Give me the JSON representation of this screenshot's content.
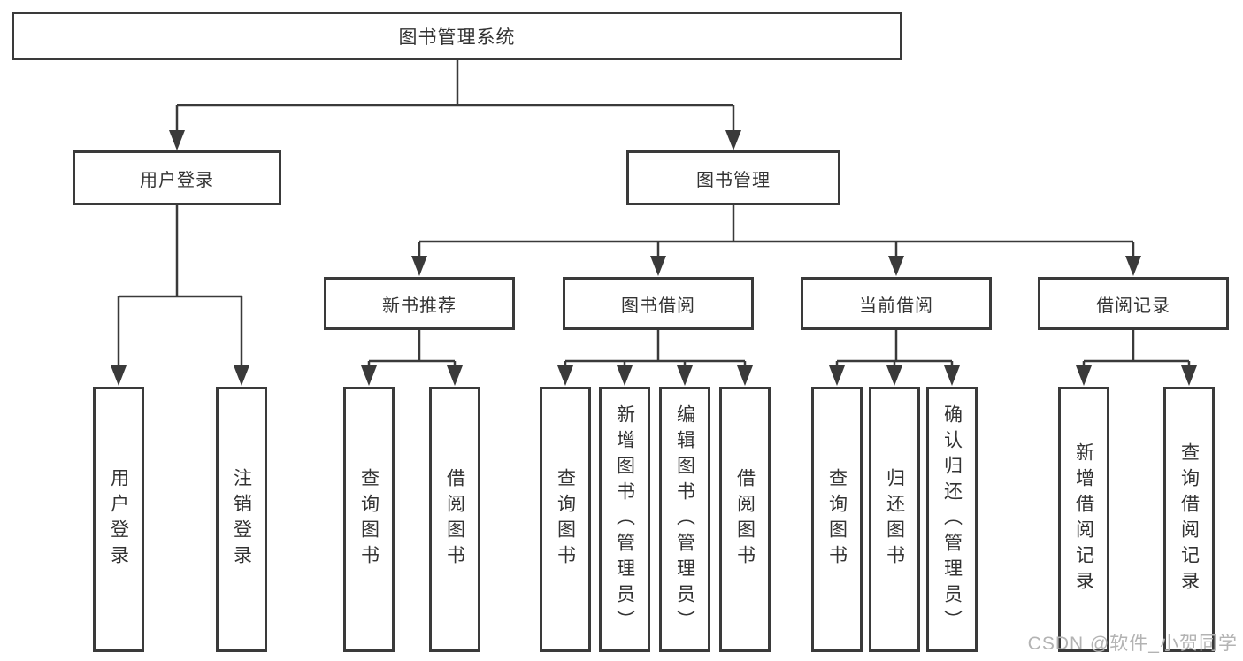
{
  "diagram": {
    "root": {
      "label": "图书管理系统"
    },
    "level2": [
      {
        "label": "用户登录"
      },
      {
        "label": "图书管理"
      }
    ],
    "level3": [
      {
        "label": "新书推荐"
      },
      {
        "label": "图书借阅"
      },
      {
        "label": "当前借阅"
      },
      {
        "label": "借阅记录"
      }
    ],
    "leaves": [
      {
        "label": "用户登录"
      },
      {
        "label": "注销登录"
      },
      {
        "label": "查询图书"
      },
      {
        "label": "借阅图书"
      },
      {
        "label": "查询图书"
      },
      {
        "label": "新增图书（管理员）"
      },
      {
        "label": "编辑图书（管理员）"
      },
      {
        "label": "借阅图书"
      },
      {
        "label": "查询图书"
      },
      {
        "label": "归还图书"
      },
      {
        "label": "确认归还（管理员）"
      },
      {
        "label": "新增借阅记录"
      },
      {
        "label": "查询借阅记录"
      }
    ],
    "colors": {
      "line": "#3a3a3a",
      "text": "#333333",
      "background": "#ffffff",
      "watermark": "#b3b3b3"
    }
  },
  "watermark": {
    "text": "CSDN @软件_小贺同学"
  }
}
